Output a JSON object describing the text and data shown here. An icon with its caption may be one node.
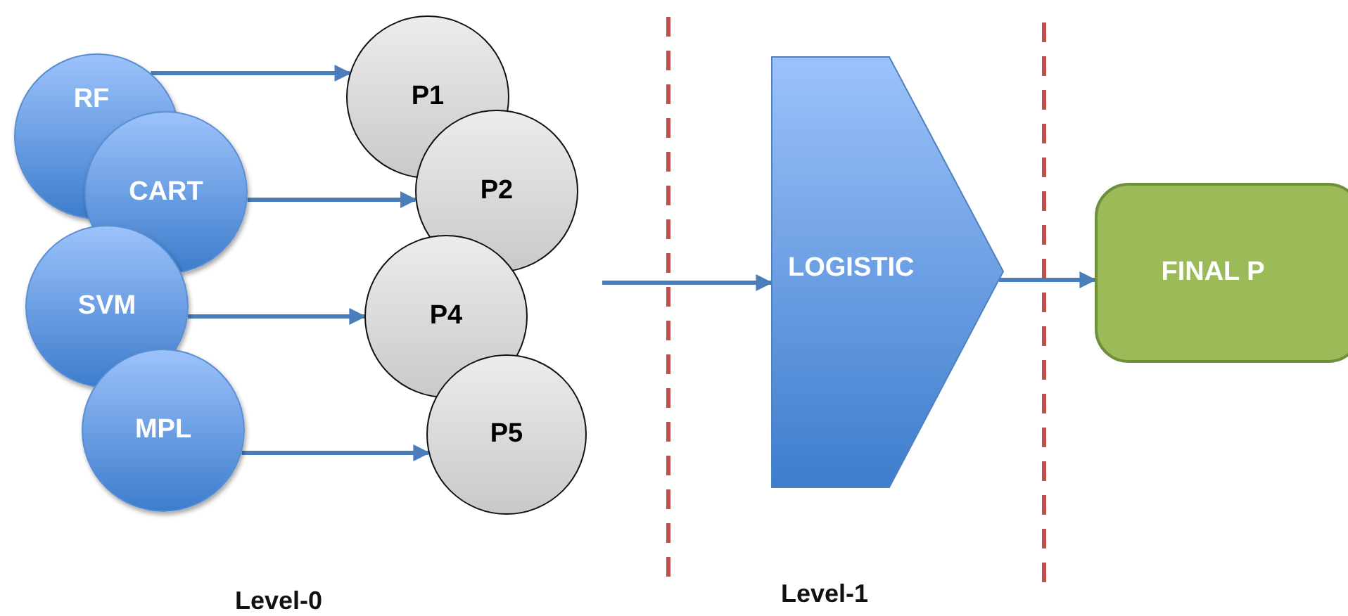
{
  "diagram": {
    "nodes": [
      {
        "text": [
          "RF"
        ]
      },
      {
        "text": [
          "CART"
        ]
      },
      {
        "text": [
          "SVM"
        ]
      },
      {
        "text": [
          "MPL"
        ]
      },
      {
        "text": [
          "P1"
        ]
      },
      {
        "text": [
          "P2"
        ]
      },
      {
        "text": [
          "P4"
        ]
      },
      {
        "text": [
          "P5"
        ]
      },
      {
        "text": [
          "LOGISTIC"
        ]
      },
      {
        "text": [
          "FINAL P"
        ]
      }
    ],
    "edges": [
      {
        "from": 0,
        "to": 4,
        "arrow": "to"
      },
      {
        "from": 1,
        "to": 5,
        "arrow": "to"
      },
      {
        "from": 2,
        "to": 6,
        "arrow": "to"
      },
      {
        "from": 3,
        "to": 7,
        "arrow": "to"
      },
      {
        "from": null,
        "to": 8,
        "arrow": "to"
      },
      {
        "from": 8,
        "to": 9,
        "arrow": "to"
      }
    ],
    "labels": [
      "Level-0",
      "Level-1"
    ]
  }
}
